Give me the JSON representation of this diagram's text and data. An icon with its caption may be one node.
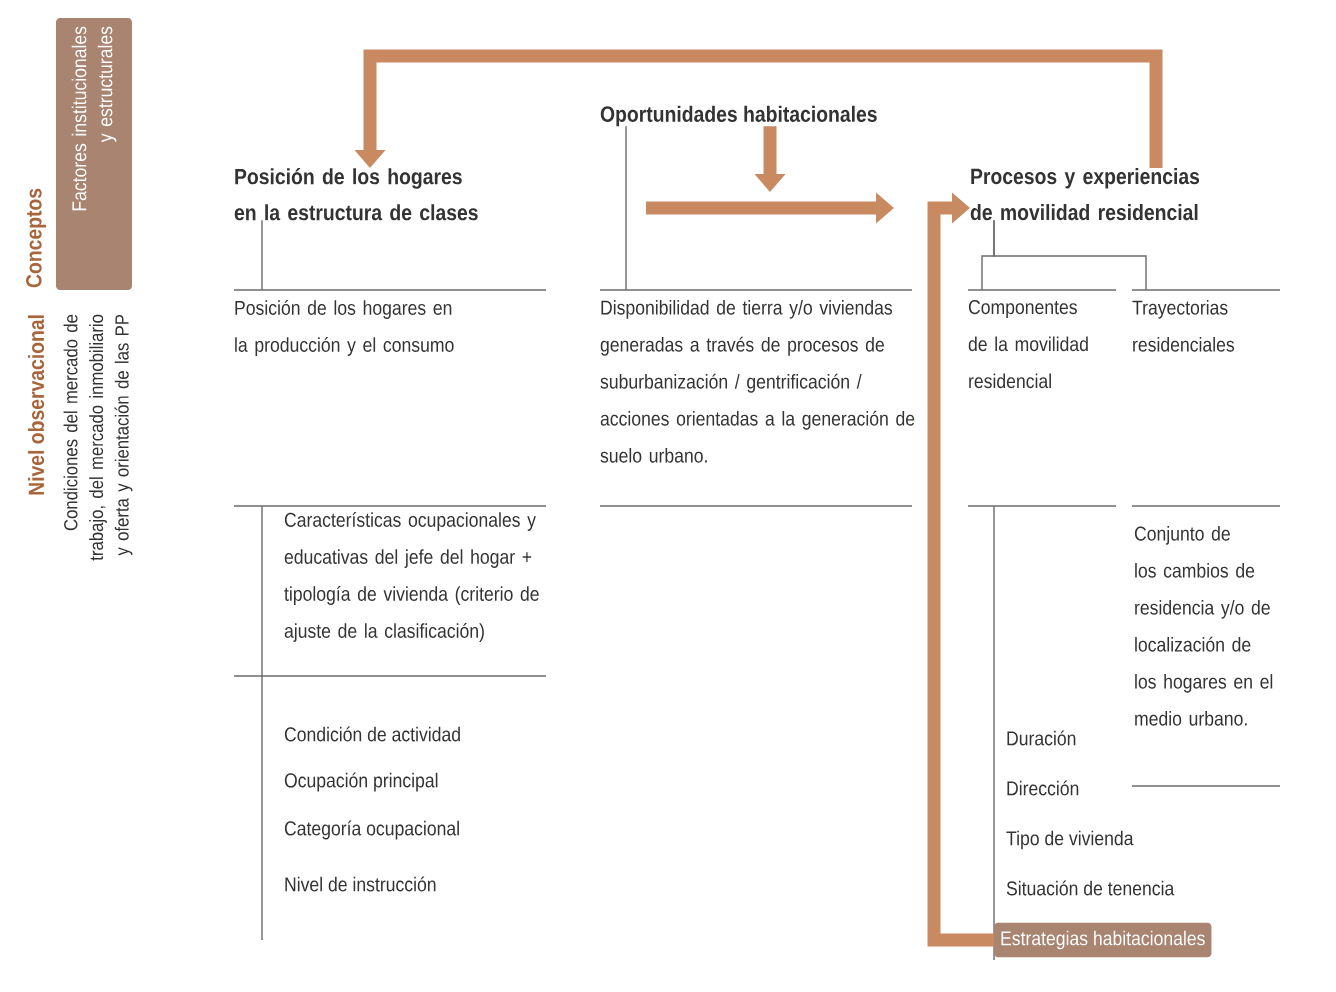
{
  "diagram": {
    "nodes": [
      {
        "text": [
          "Conceptos",
          "Factores institucionales y estructurales"
        ]
      },
      {
        "text": [
          "Oportunidades habitacionales"
        ]
      },
      {
        "text": [
          "Posición de los hogares en la estructura de clases"
        ]
      },
      {
        "text": [
          "Procesos y experiencias de movilidad residencial"
        ]
      },
      {
        "text": [
          "Posición de los hogares en la producción y el consumo"
        ]
      },
      {
        "text": [
          "Disponibilidad de tierra y/o viviendas generadas a través de procesos de suburbanización / gentrificación / acciones orientadas a la generación de suelo urbano."
        ]
      },
      {
        "text": [
          "Componentes de la movilidad residencial"
        ]
      },
      {
        "text": [
          "Trayectorias residenciales"
        ]
      },
      {
        "text": [
          "Características ocupacionales y educativas del jefe del hogar + tipología de vivienda (criterio de ajuste de la clasificación)"
        ]
      },
      {
        "text": [
          "Conjunto de los cambios de residencia y/o de localización de los hogares en el medio urbano."
        ]
      },
      {
        "text": [
          "Condición de actividad"
        ]
      },
      {
        "text": [
          "Ocupación principal"
        ]
      },
      {
        "text": [
          "Categoría ocupacional"
        ]
      },
      {
        "text": [
          "Nivel de instrucción"
        ]
      },
      {
        "text": [
          "Duración"
        ]
      },
      {
        "text": [
          "Dirección"
        ]
      },
      {
        "text": [
          "Tipo de vivienda"
        ]
      },
      {
        "text": [
          "Situación de tenencia"
        ]
      },
      {
        "text": [
          "Estrategias habitacionales"
        ]
      }
    ],
    "edges": [
      {
        "from": 3,
        "to": 2,
        "arrow": "to",
        "style": "thick",
        "color": "#c98a61"
      },
      {
        "from": 1,
        "to": null,
        "arrow": "to",
        "style": "thick",
        "color": "#c98a61"
      },
      {
        "from": null,
        "to": 3,
        "arrow": "to",
        "style": "thick",
        "color": "#c98a61"
      },
      {
        "from": 18,
        "to": 3,
        "arrow": "to",
        "style": "thick",
        "color": "#c98a61"
      },
      {
        "from": 2,
        "to": 4,
        "arrow": "none",
        "color": "#6a6a6a"
      },
      {
        "from": 1,
        "to": 5,
        "arrow": "none",
        "color": "#6a6a6a"
      },
      {
        "from": 3,
        "to": 6,
        "arrow": "none",
        "color": "#6a6a6a"
      },
      {
        "from": 3,
        "to": 7,
        "arrow": "none",
        "color": "#6a6a6a"
      }
    ],
    "labels": [
      "Nivel observacional",
      "Condiciones del mercado de trabajo, del mercado inmobiliario y oferta y orientación de las PP"
    ]
  }
}
